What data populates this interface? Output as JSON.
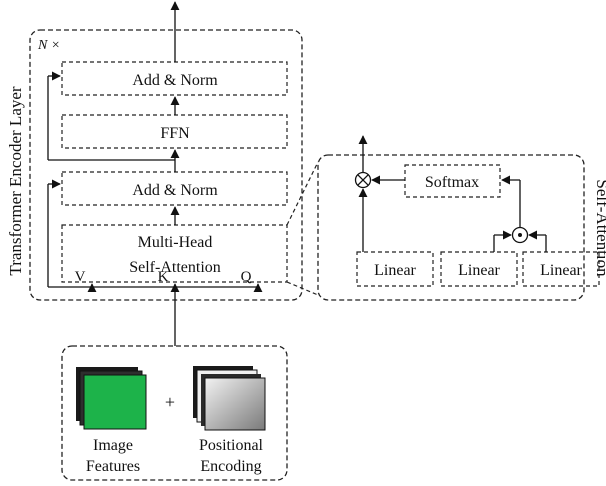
{
  "encoder": {
    "repeat_label": "N ×",
    "side_label": "Transformer Encoder Layer",
    "add_norm_top": "Add & Norm",
    "ffn": "FFN",
    "add_norm_bottom": "Add & Norm",
    "mha_line1": "Multi-Head",
    "mha_line2": "Self-Attention",
    "input_v": "V",
    "input_k": "K",
    "input_q": "Q"
  },
  "self_attention": {
    "side_label": "Self-Attention",
    "softmax": "Softmax",
    "linear_1": "Linear",
    "linear_2": "Linear",
    "linear_3": "Linear",
    "multiply_symbol": "⊗",
    "dot_symbol": "⊙"
  },
  "inputs": {
    "image_features_line1": "Image",
    "image_features_line2": "Features",
    "plus": "+",
    "positional_line1": "Positional",
    "positional_line2": "Encoding",
    "image_color": "#1db34a"
  }
}
